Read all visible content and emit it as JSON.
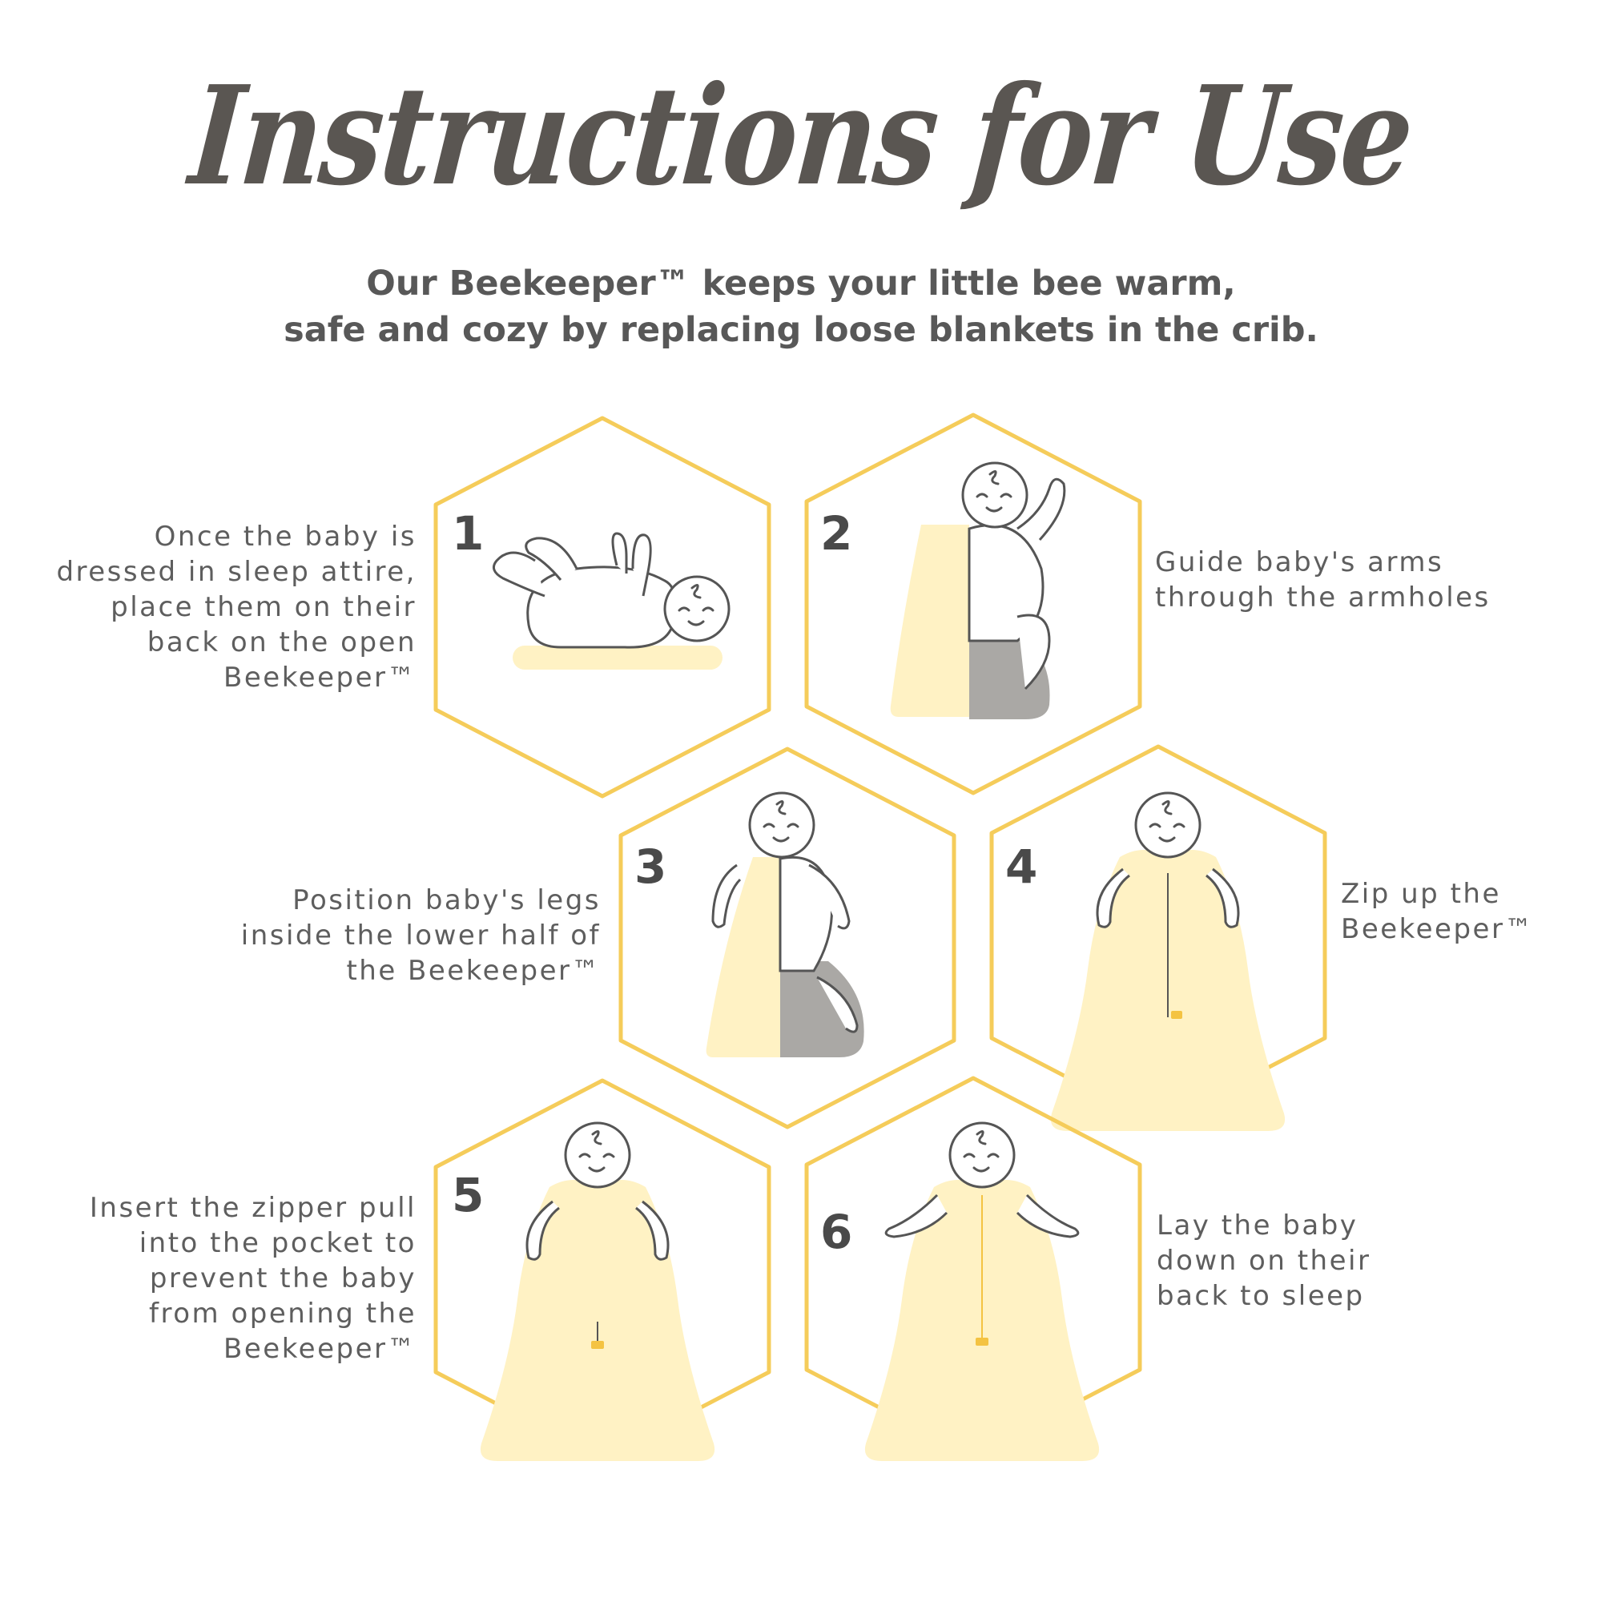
{
  "header": {
    "title": "Instructions for Use",
    "subtitle_lines": [
      "Our Beekeeper™ keeps your little bee warm,",
      "safe and cozy by replacing loose blankets in the crib."
    ]
  },
  "colors": {
    "hex_border": "#f5cc5a",
    "sack_yellow": "#fff2c4",
    "outline": "#555555",
    "grey": "#aaa8a5",
    "text": "#5e5e5e",
    "zipper_tab": "#f4c342"
  },
  "steps": [
    {
      "number": "1",
      "text": "Once the baby is\ndressed in sleep attire,\nplace them on their\nback on the open\nBeekeeper™",
      "icon": "baby-lying-on-back-icon"
    },
    {
      "number": "2",
      "text": "Guide baby's arms\nthrough the armholes",
      "icon": "baby-arms-into-sack-icon"
    },
    {
      "number": "3",
      "text": "Position baby's legs\ninside the lower half of\nthe Beekeeper™",
      "icon": "baby-legs-into-sack-icon"
    },
    {
      "number": "4",
      "text": "Zip up the\nBeekeeper™",
      "icon": "zip-up-sack-icon"
    },
    {
      "number": "5",
      "text": "Insert the zipper pull\ninto the pocket to\nprevent the baby\nfrom opening the\nBeekeeper™",
      "icon": "zipper-pull-pocket-icon"
    },
    {
      "number": "6",
      "text": "Lay the baby\ndown on their\nback to sleep",
      "icon": "baby-ready-to-sleep-icon"
    }
  ]
}
